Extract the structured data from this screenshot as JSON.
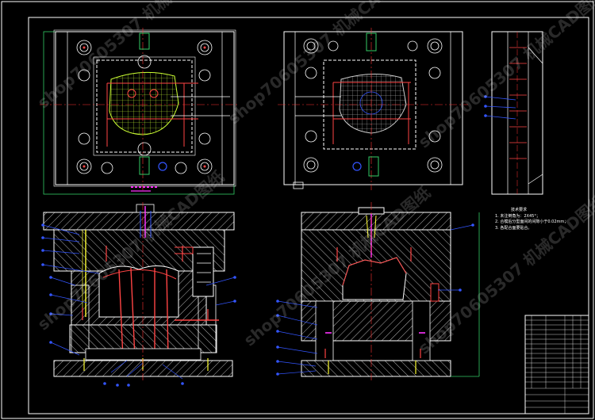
{
  "drawing": {
    "tech_requirements": {
      "heading": "技术要求",
      "items": [
        "1. 未注倒角为：2X45°；",
        "2. 合模后分型面间的间隙小于0.02mm；",
        "3. 各配合面要贴合。"
      ]
    },
    "watermark": "shop70605307 机械CAD图纸",
    "colors": {
      "frame": "#ffffff",
      "part_mesh_top_view": "#ccff33",
      "part_mesh_cavity_view": "#cfcfcf",
      "cooling_lines": "#ff4444",
      "leaders": "#3355ff",
      "hatching": "#ffffff",
      "outline_green": "#33cc66",
      "centerline": "#ff3333",
      "purple_mark": "#ff33ff",
      "yellow": "#ffff33"
    }
  }
}
